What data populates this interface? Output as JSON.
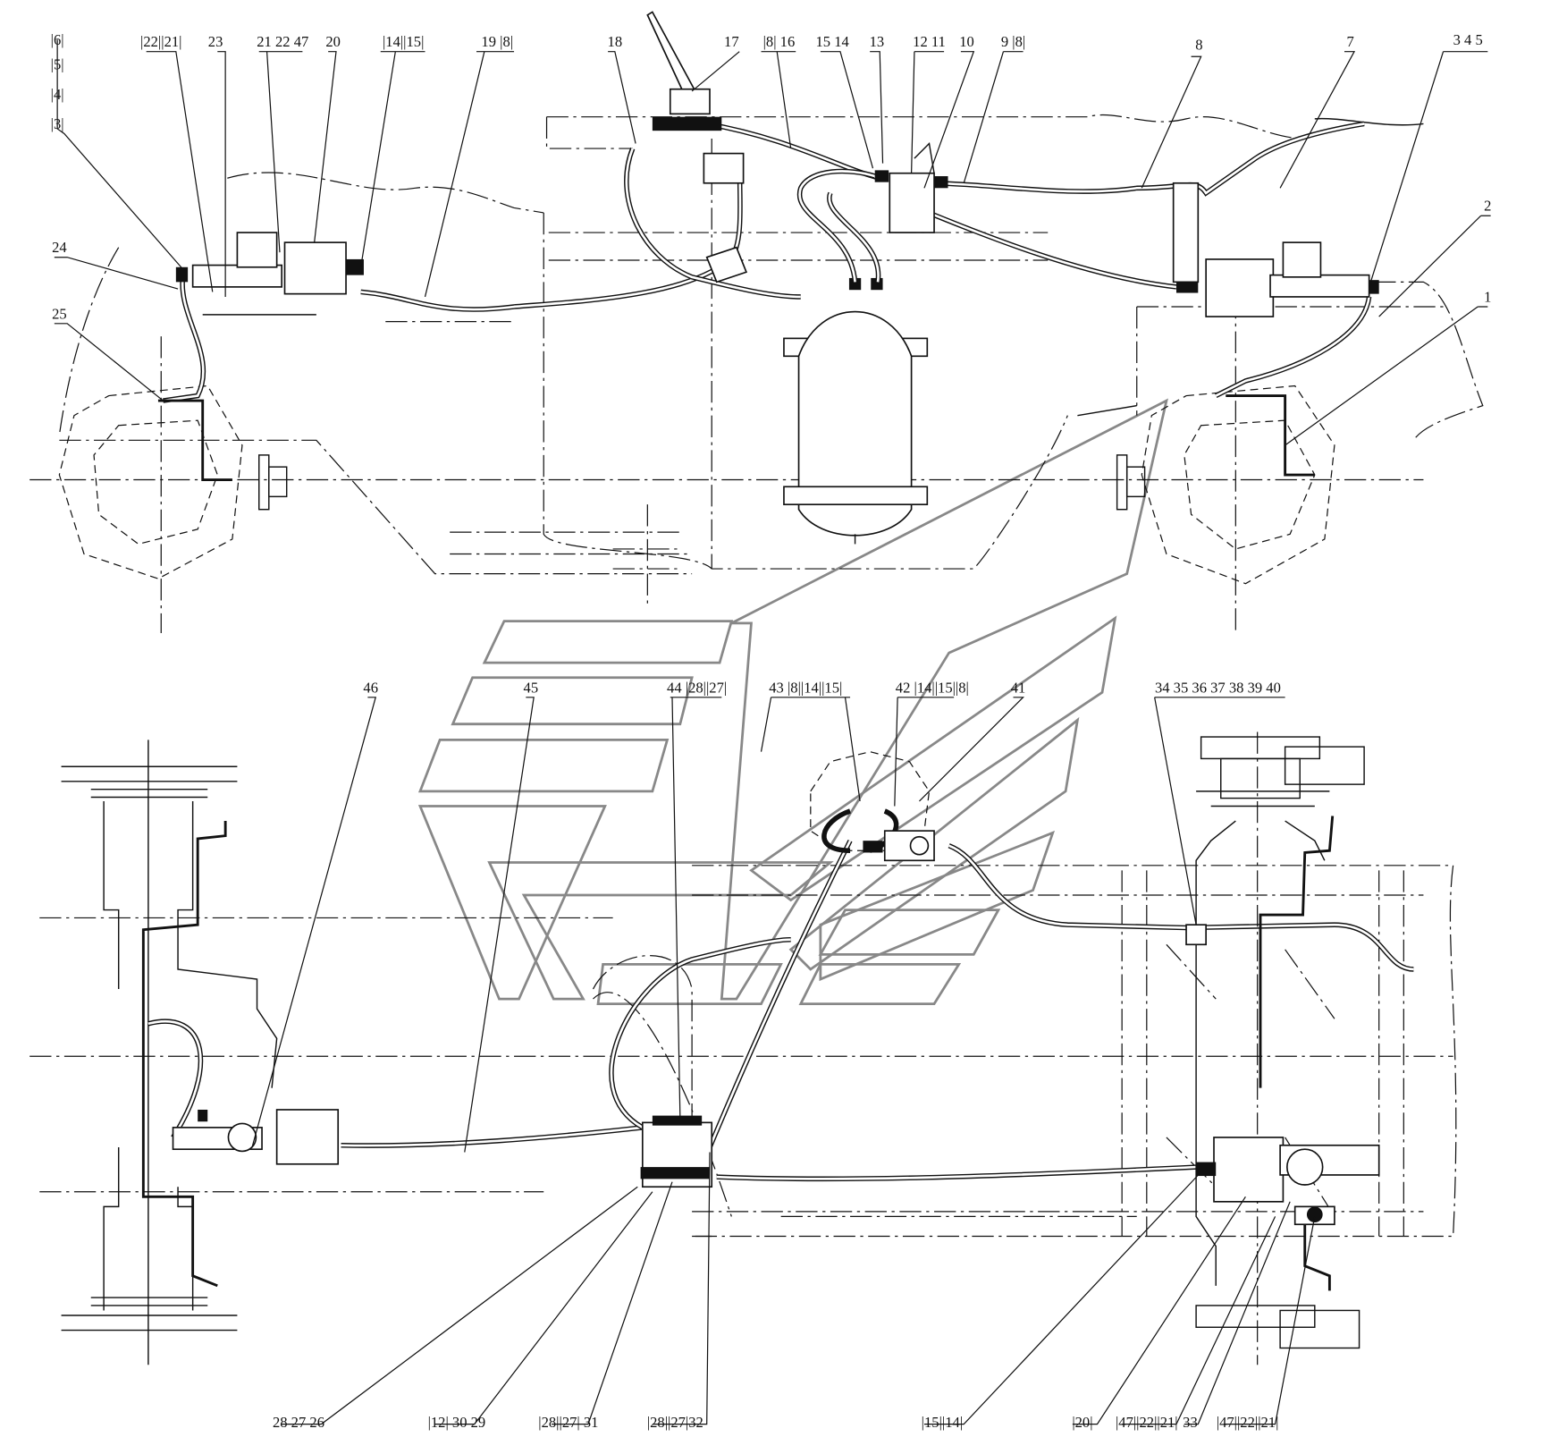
{
  "diagram": {
    "type": "brake system pipeline assembly drawing",
    "top_labels": [
      "|6|",
      "|5|",
      "|4|",
      "|3|",
      "|22||21|",
      "23",
      "21 22 47",
      "20",
      "|14||15|",
      "19 |8|",
      "18",
      "17",
      "|8| 16",
      "15 14",
      "13",
      "12 11",
      "10",
      "9 |8|",
      "8",
      "7",
      "3 4 5",
      "2",
      "1",
      "24",
      "25"
    ],
    "middle_labels": [
      "46",
      "45",
      "44 |28||27|",
      "43 |8||14||15|",
      "42 |14||15||8|",
      "41",
      "34 35 36 37 38 39 40"
    ],
    "bottom_labels": [
      "28 27 26",
      "|12| 30 29",
      "|28||27| 31",
      "|28||27|32",
      "|15||14|",
      "|20|",
      "|47||22||21|",
      "33",
      "|47||22||21|"
    ],
    "watermark_color": "#888888",
    "line_color": "#111111"
  }
}
